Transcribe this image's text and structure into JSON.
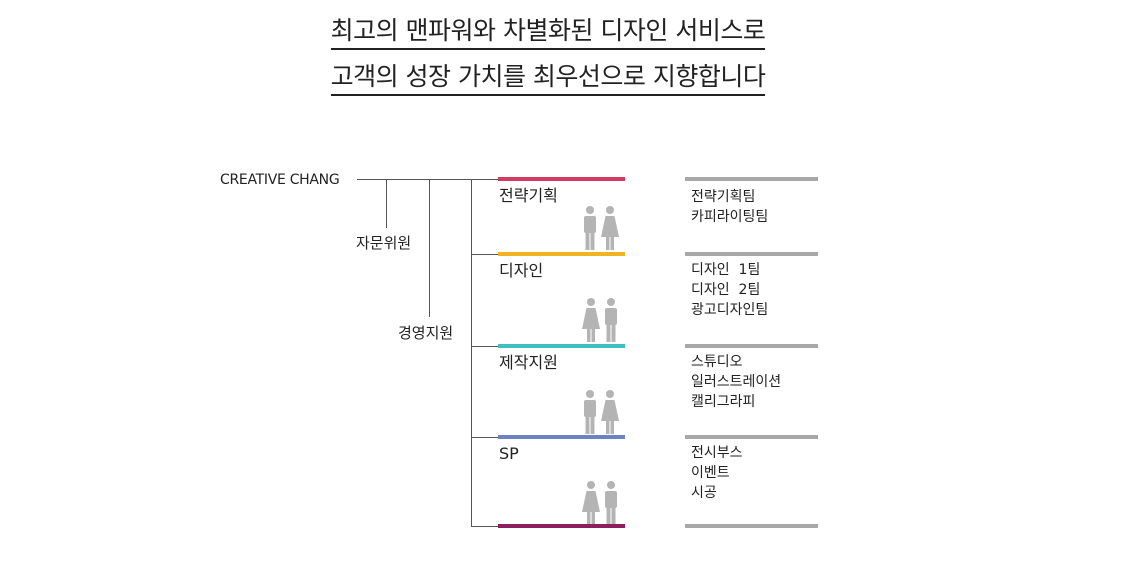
{
  "headline": {
    "line1": "최고의 맨파워와 차별화된 디자인 서비스로",
    "line2": "고객의 성장 가치를 최우선으로 지향합니다"
  },
  "org": {
    "company": "CREATIVE CHANG",
    "advisory": "자문위원",
    "management": "경영지원",
    "departments": [
      {
        "name": "전략기획",
        "color": "#d23c62",
        "teams": [
          "전략기획팀",
          "카피라이팅팀"
        ],
        "icon": "man-woman-icon"
      },
      {
        "name": "디자인",
        "color": "#f0b323",
        "teams": [
          "디자인  1팀",
          "디자인  2팀",
          "광고디자인팀"
        ],
        "icon": "woman-man-icon"
      },
      {
        "name": "제작지원",
        "color": "#3fbfbf",
        "teams": [
          "스튜디오",
          "일러스트레이션",
          "캘리그라피"
        ],
        "icon": "man-woman-icon"
      },
      {
        "name": "SP",
        "color": "#6b83c2",
        "teams": [
          "전시부스",
          "이벤트",
          "시공"
        ],
        "icon": "woman-man-icon"
      }
    ],
    "closing_bar_color": "#8e1f5e",
    "team_bar_color": "#a7a7a7",
    "line_color": "#555555",
    "icon_color": "#b4b4b4"
  }
}
